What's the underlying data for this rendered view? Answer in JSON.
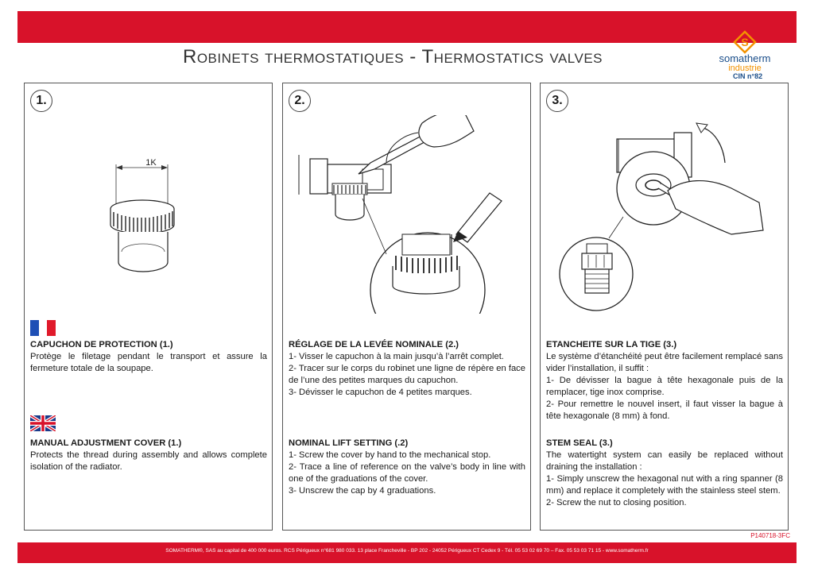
{
  "header": {
    "title": "Robinets thermostatiques - Thermostatics valves"
  },
  "logo": {
    "line1": "somatherm",
    "line2": "industrie",
    "letter": "S"
  },
  "cin": "CIN n°82",
  "panels": [
    {
      "number": "1.",
      "dimension_label": "1K",
      "fr": {
        "heading": "CAPUCHON DE PROTECTION (1.)",
        "lines": [
          "Protège le filetage pendant le transport et assure la fermeture totale de la soupape."
        ]
      },
      "en": {
        "heading": "MANUAL ADJUSTMENT COVER (1.)",
        "lines": [
          "Protects the thread during assembly and allows complete isolation of the radiator."
        ]
      }
    },
    {
      "number": "2.",
      "fr": {
        "heading": "RÉGLAGE DE LA LEVÉE NOMINALE (2.)",
        "lines": [
          "1- Visser le capuchon à la main jusqu’à l’arrêt complet.",
          "2- Tracer sur le corps du robinet une ligne de répère en face de l’une des petites marques du capuchon.",
          "3- Dévisser le capuchon de 4 petites marques."
        ]
      },
      "en": {
        "heading": "NOMINAL LIFT SETTING (.2)",
        "lines": [
          "1- Screw the cover by hand to the mechanical stop.",
          "2- Trace a line of reference on the valve’s body in line with one of the graduations of the cover.",
          "3- Unscrew the cap by 4 graduations."
        ]
      }
    },
    {
      "number": "3.",
      "fr": {
        "heading": "ETANCHEITE SUR LA TIGE (3.)",
        "lines": [
          "Le système d’étanchéité peut être facilement remplacé sans vider l’installation, il suffit :",
          "1- De dévisser la bague à tête hexagonale puis de la remplacer, tige inox comprise.",
          "2- Pour remettre le nouvel insert, il faut visser la bague à tête hexagonale (8 mm) à fond."
        ]
      },
      "en": {
        "heading": "STEM SEAL (3.)",
        "lines": [
          "The watertight system can easily be replaced without draining the installation :",
          "1- Simply unscrew the hexagonal nut with a ring spanner (8 mm) and replace it completely with the stainless steel stem.",
          "2- Screw the nut to closing position."
        ]
      }
    }
  ],
  "doc_ref": "P140718-3FC",
  "footer": "SOMATHERM®, SAS au capital de 400 000 euros. RCS Périgueux n°681 980 033. 13 place Francheville - BP 202 - 24052 Périgueux CT Cedex 9 - Tél. 05 53 02 69 70 – Fax. 05 53 03 71 15 - www.somatherm.fr",
  "colors": {
    "brand_red": "#d8122a",
    "logo_orange": "#f39200",
    "logo_blue": "#1a4e8a"
  },
  "icons": [
    "flag-france-icon",
    "flag-uk-icon"
  ]
}
